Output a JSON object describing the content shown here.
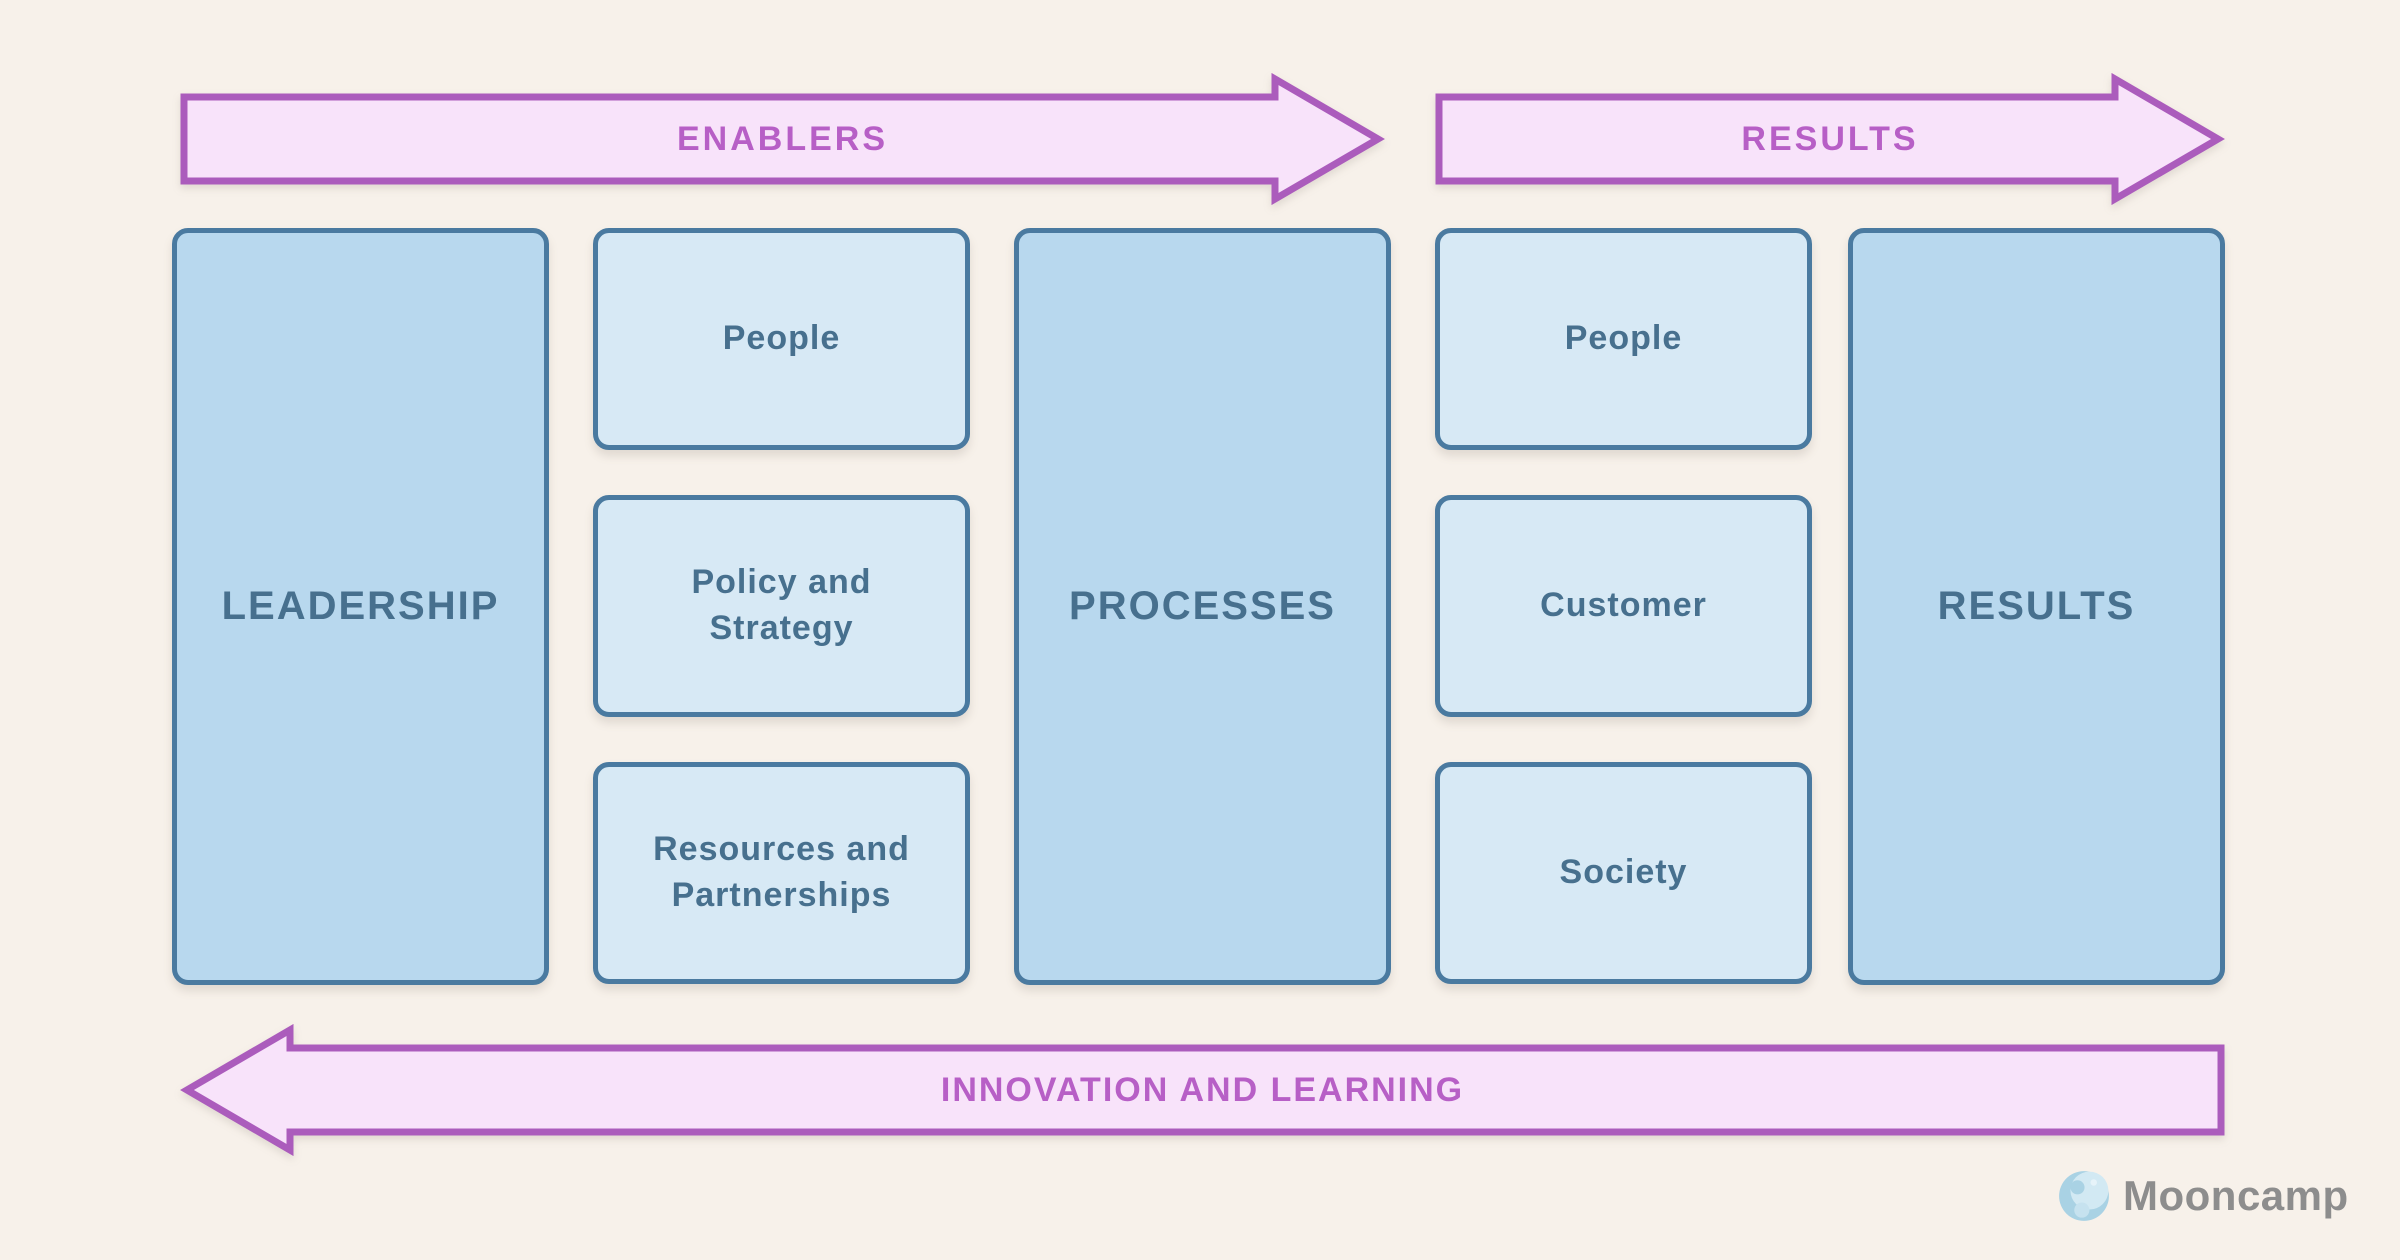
{
  "background": "#f7f1ea",
  "arrows": {
    "enablers": {
      "label": "ENABLERS"
    },
    "results": {
      "label": "RESULTS"
    },
    "innovation_learning": {
      "label": "INNOVATION AND LEARNING"
    },
    "fill": "#f8e3fa",
    "border": "#ab5cbc",
    "text_color": "#b75fc6"
  },
  "boxes": {
    "fill_large": "#b8d8ee",
    "fill_small": "#d7e9f5",
    "border": "#4a7aa0",
    "text_color": "#47708e",
    "leadership": {
      "label": "LEADERSHIP"
    },
    "enablers_column": [
      {
        "label": "People"
      },
      {
        "label": "Policy and Strategy"
      },
      {
        "label": "Resources and Partnerships"
      }
    ],
    "processes": {
      "label": "PROCESSES"
    },
    "results_column": [
      {
        "label": "People"
      },
      {
        "label": "Customer"
      },
      {
        "label": "Society"
      }
    ],
    "results": {
      "label": "RESULTS"
    }
  },
  "logo": {
    "text": "Mooncamp",
    "icon": "moon-icon",
    "text_color": "#8d8d8d",
    "moon_colors": {
      "base": "#a9d2e4",
      "light": "#d2e9f3",
      "crater": "#9ccadf"
    }
  }
}
